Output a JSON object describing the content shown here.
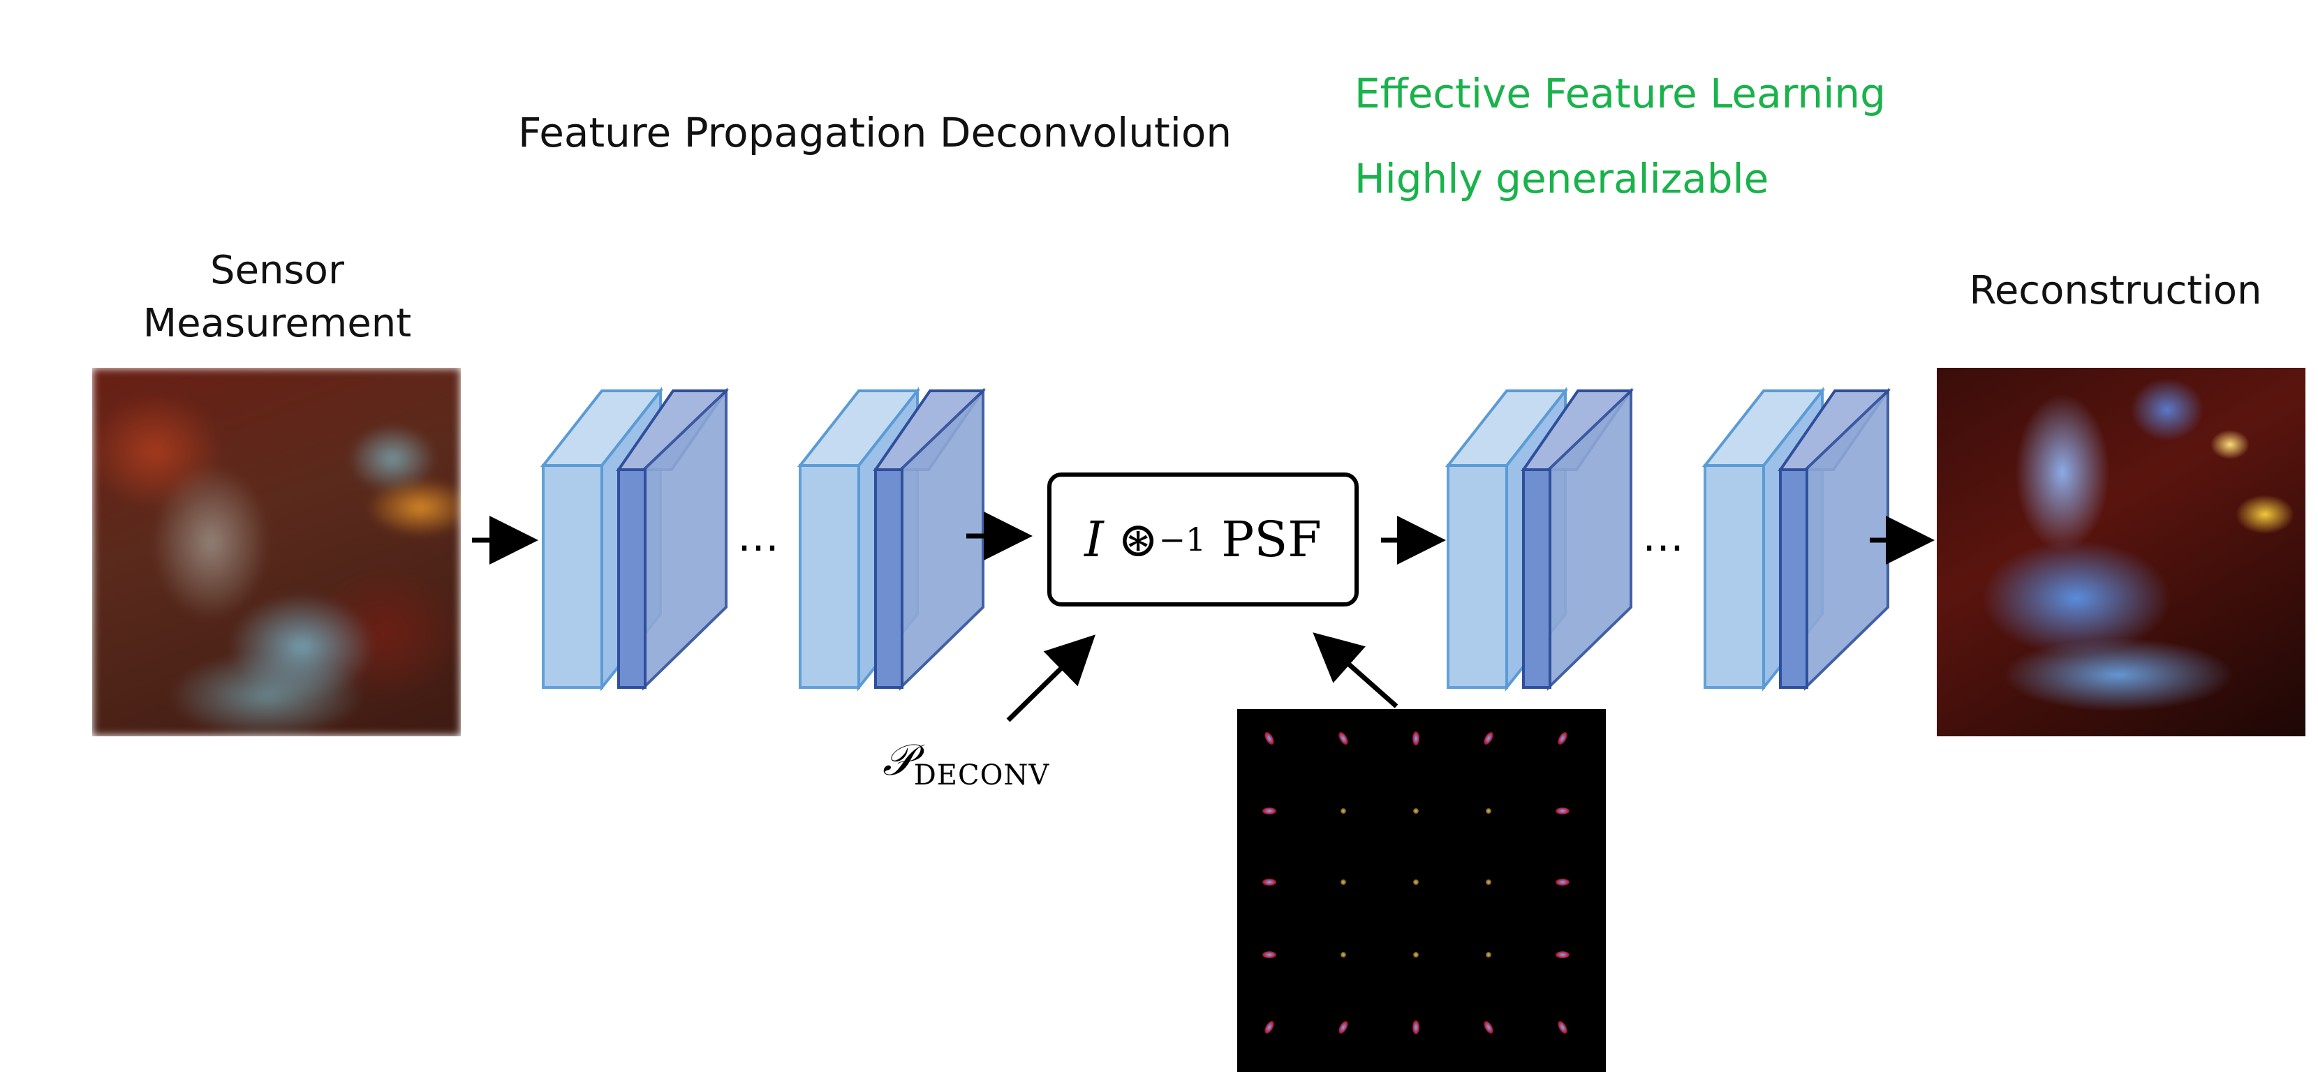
{
  "title": "Feature Propagation Deconvolution",
  "features": [
    "Effective Feature Learning",
    "Highly generalizable"
  ],
  "input_label": "Sensor Measurement",
  "output_label": "Reconstruction",
  "deconv": {
    "formula_I": "I",
    "formula_op": "⊛",
    "formula_sup": "−1",
    "formula_psf": "PSF"
  },
  "param_label": "𝒫",
  "param_subscript": "DECONV",
  "ellipsis": "…",
  "colors": {
    "highlight_text": "#19b24b",
    "layer_front_fill": "#a9c9ea",
    "layer_front_stroke": "#5b9bd5",
    "layer_back_fill": "#8fa8d6",
    "layer_back_stroke": "#2f4f9c"
  },
  "psf_grid": {
    "rows": 5,
    "cols": 5
  }
}
